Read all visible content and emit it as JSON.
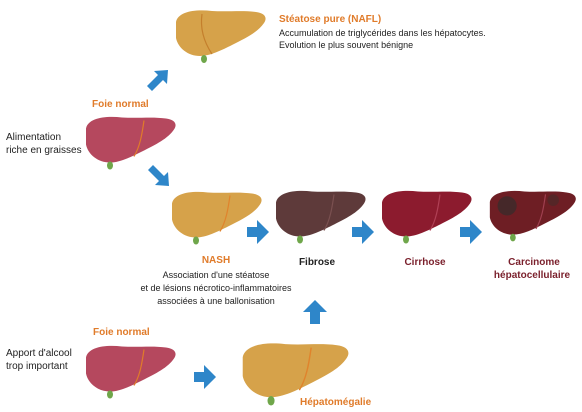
{
  "steatose": {
    "title": "Stéatose pure (NAFL)",
    "line1": "Accumulation de triglycérides dans les hépatocytes.",
    "line2": "Evolution le plus souvent bénigne"
  },
  "normal_top": {
    "label": "Foie normal"
  },
  "left_top": {
    "line1": "Alimentation",
    "line2": "riche en graisses"
  },
  "nash": {
    "title": "NASH",
    "line1": "Association d'une stéatose",
    "line2": "et de lésions nécrotico-inflammatoires",
    "line3": "associées à une ballonisation"
  },
  "stages": {
    "fibrose": "Fibrose",
    "cirrhose": "Cirrhose",
    "carcinome1": "Carcinome",
    "carcinome2": "hépatocellulaire"
  },
  "normal_bottom": {
    "label": "Foie normal"
  },
  "left_bottom": {
    "line1": "Apport d'alcool",
    "line2": "trop important"
  },
  "hepatomegalie": {
    "label": "Hépatomégalie"
  },
  "colors": {
    "normal": "#b5485e",
    "steatotic": "#d6a24a",
    "fibrosis": "#5e3a3a",
    "cirrhosis": "#8c1b2e",
    "carcinoma": "#6e1e24",
    "arrow": "#2e86c9",
    "accent_text": "#e07b2a"
  }
}
